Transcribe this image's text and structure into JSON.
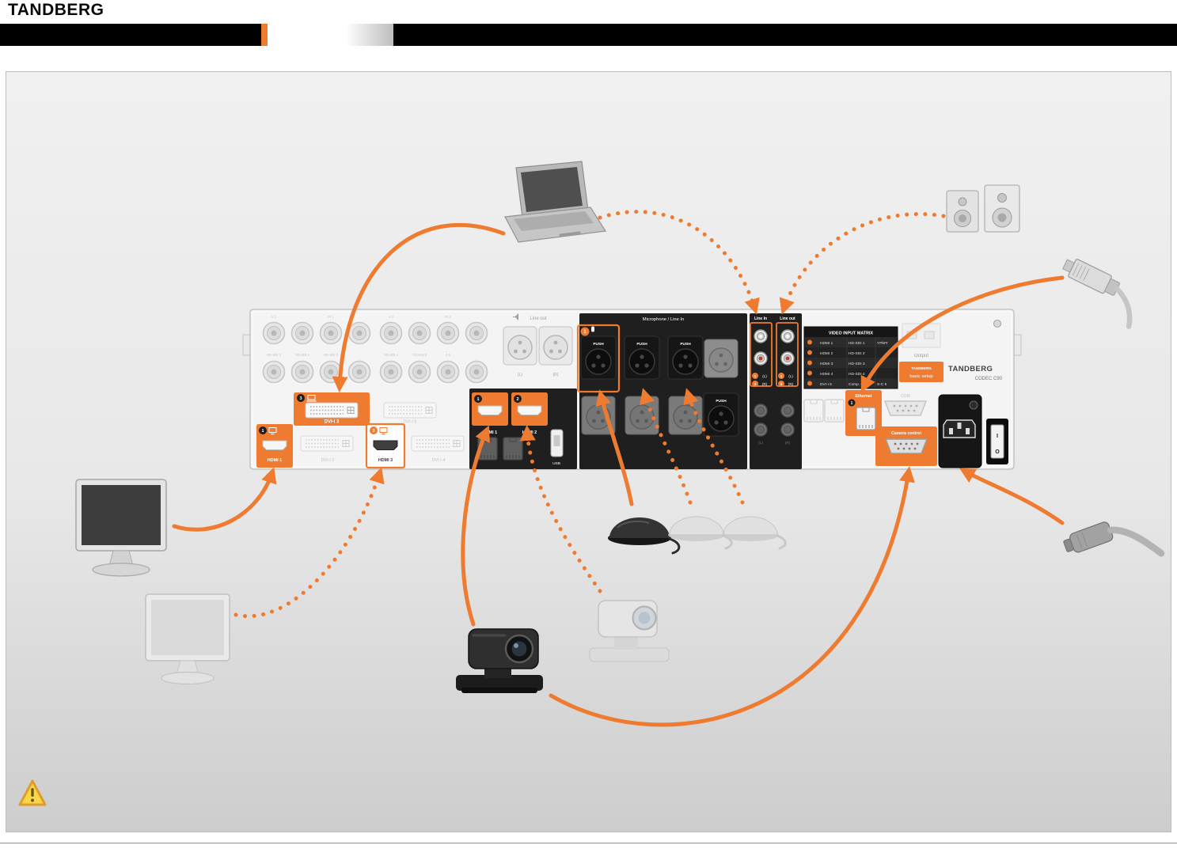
{
  "page": {
    "header_logo": "TANDBERG"
  },
  "panel": {
    "brand": "TANDBERG",
    "model": "CODEC C90",
    "badge_line1": "TANDBERG",
    "badge_line2": "basic setup",
    "output_label": "Output",
    "matrix": {
      "title": "VIDEO INPUT MATRIX",
      "rows": [
        {
          "c1": "HDMI 1",
          "c2": "HD-SDI 1",
          "c3": "YPbPr"
        },
        {
          "c1": "HDMI 2",
          "c2": "HD-SDI 2",
          "c3": ""
        },
        {
          "c1": "HDMI 3",
          "c2": "HD-SDI 3",
          "c3": ""
        },
        {
          "c1": "HDMI 4",
          "c2": "HD-SDI 4",
          "c3": ""
        },
        {
          "c1": "DVI-I 5",
          "c2": "Comp. 5",
          "c3": "S-C 5"
        }
      ]
    },
    "bnc": {
      "row1": [
        "V 1",
        "Pr 1",
        "V 2",
        "Pr 2"
      ],
      "row2": [
        "HD-SDI 1",
        "HD-SDI 2",
        "HD-SDI 3",
        "HD-SDI 4",
        "Y/Comp 5",
        "C 5"
      ]
    },
    "ports": {
      "dvi_in_3": "DVI-I 3",
      "dvi_in_5": "DVI-I 5",
      "hdmi_out_1": "HDMI 1",
      "dvi_out_2": "DVI-I 2",
      "hdmi_out_3": "HDMI 3",
      "dvi_out_4": "DVI-I 4",
      "hdmi_in_1": "HDMI 1",
      "hdmi_in_2": "HDMI 2",
      "usb": "USB",
      "line_out_xlr": "Line out",
      "xlr_l": "(L)",
      "xlr_r": "(R)",
      "mic_section": "Microphone / Line In",
      "push": "PUSH",
      "line_in": "Line In",
      "line_out": "Line out",
      "ch_l": "(L)",
      "ch_r": "(R)",
      "ethernet": "Ethernet",
      "com": "COM",
      "camera_control": "Camera control",
      "power_on": "I",
      "power_off": "O"
    },
    "markers": {
      "m1": "1",
      "m2": "2",
      "m3": "3"
    }
  },
  "colors": {
    "accent": "#ee7b30",
    "bar": "#000000"
  }
}
